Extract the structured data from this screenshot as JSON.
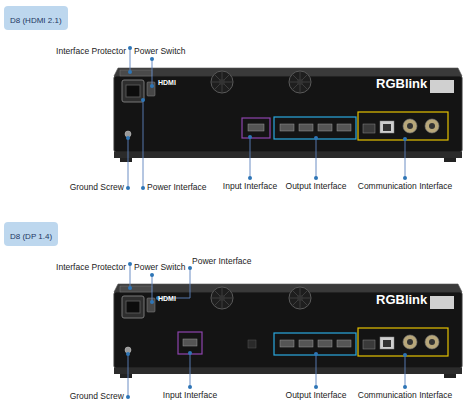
{
  "diagram": {
    "nodes": [
      {
        "text": [
          "D8 (HDMI 2.1)"
        ]
      },
      {
        "text": [
          "D8 (DP 1.4)"
        ]
      }
    ],
    "labels": [
      "Interface Protector",
      "Power Switch",
      "Ground Screw",
      "Power Interface",
      "Input Interface",
      "Output Interface",
      "Communication Interface",
      "HDMI",
      "RGBlink",
      "Interface Protector",
      "Power Switch",
      "Power Interface",
      "Ground Screw",
      "Input Interface",
      "Output Interface",
      "Communication Interface",
      "HDMI",
      "RGBlink"
    ]
  }
}
